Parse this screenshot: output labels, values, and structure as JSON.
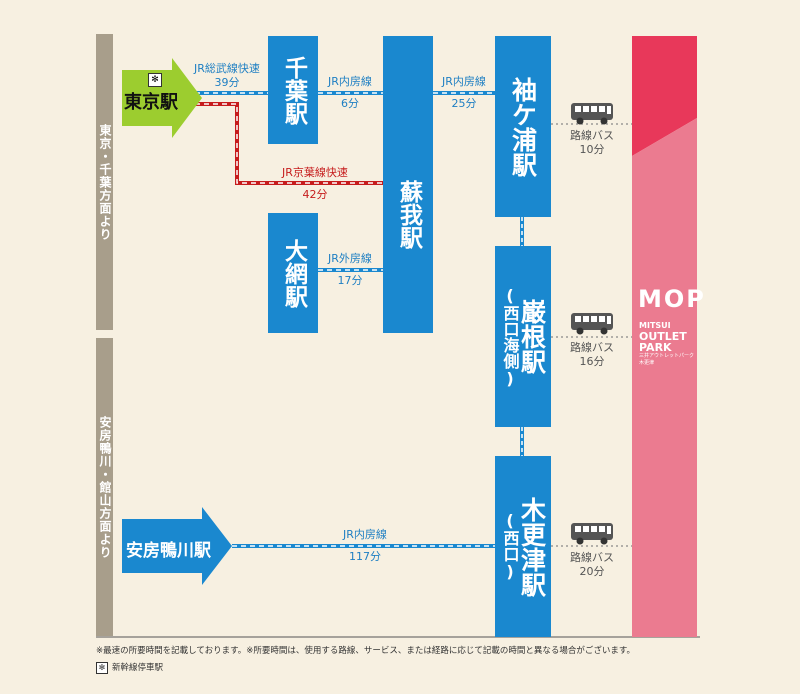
{
  "side_labels": {
    "top": "東京・千葉方面より",
    "bottom": "安房鴨川・館山方面より"
  },
  "stations": {
    "tokyo": "東京駅",
    "shinkansen_mark": "✻",
    "chiba": "千葉駅",
    "oami": "大網駅",
    "soga": "蘇我駅",
    "sodegaura": "袖ケ浦駅",
    "iwane": "巌根駅",
    "iwane_sub": "(西口海側)",
    "kisarazu": "木更津駅",
    "kisarazu_sub": "(西口)",
    "awa": "安房鴨川駅"
  },
  "routes": {
    "tokyo_chiba": {
      "line": "JR総武線快速",
      "time": "39分"
    },
    "chiba_soga": {
      "line": "JR内房線",
      "time": "6分"
    },
    "soga_sodegaura": {
      "line": "JR内房線",
      "time": "25分"
    },
    "keiyo": {
      "line": "JR京葉線快速",
      "time": "42分"
    },
    "oami_soga": {
      "line": "JR外房線",
      "time": "17分"
    },
    "awa_kisarazu": {
      "line": "JR内房線",
      "time": "117分"
    },
    "bus1": {
      "line": "路線バス",
      "time": "10分"
    },
    "bus2": {
      "line": "路線バス",
      "time": "16分"
    },
    "bus3": {
      "line": "路線バス",
      "time": "20分"
    }
  },
  "outlet": {
    "logo": "MOP",
    "name1": "MITSUI",
    "name2": "OUTLET",
    "name3": "PARK",
    "sub1": "三井アウトレットパーク",
    "sub2": "木更津"
  },
  "footnotes": {
    "note1": "※最速の所要時間を記載しております。※所要時間は、使用する路線、サービス、または経路に応じて記載の時間と異なる場合がございます。",
    "note2": "新幹線停車駅",
    "mark": "✻"
  },
  "colors": {
    "station": "#1a88cf",
    "accent_green": "#9ccd2f",
    "outlet_pink": "#eb7b90",
    "outlet_red": "#e8385a",
    "keiyo": "#c61c1c"
  }
}
